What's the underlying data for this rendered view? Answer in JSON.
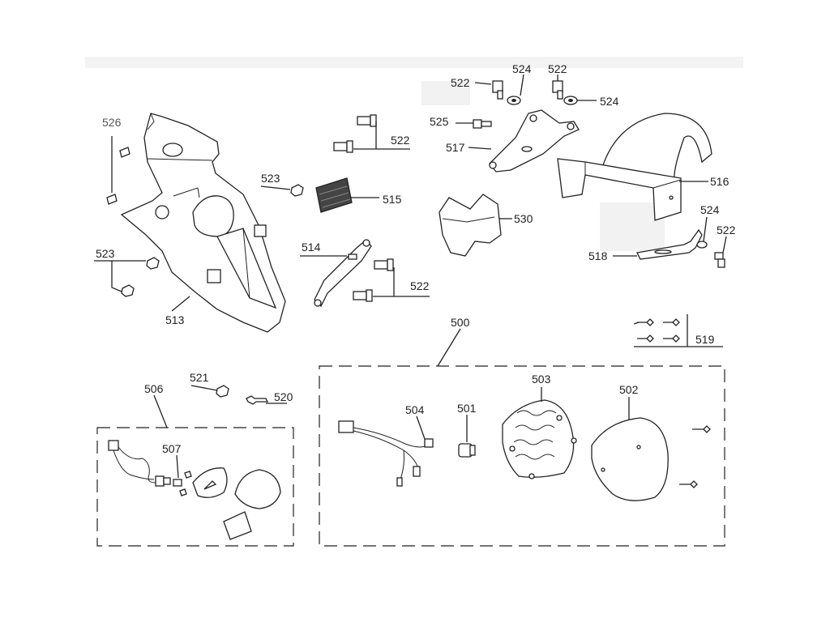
{
  "callouts": {
    "c526": "526",
    "c523a": "523",
    "c523b": "523",
    "c513": "513",
    "c522a": "522",
    "c515": "515",
    "c514": "514",
    "c522b": "522",
    "c522c": "522",
    "c524a": "524",
    "c522d": "522",
    "c524b": "524",
    "c525": "525",
    "c517": "517",
    "c516": "516",
    "c530": "530",
    "c524c": "524",
    "c522e": "522",
    "c518": "518",
    "c519": "519",
    "c500": "500",
    "c506": "506",
    "c521": "521",
    "c520": "520",
    "c507": "507",
    "c504": "504",
    "c501": "501",
    "c503": "503",
    "c502": "502"
  },
  "colors": {
    "line": "#222222",
    "background": "#ffffff",
    "watermark": "#f2f2f2"
  }
}
